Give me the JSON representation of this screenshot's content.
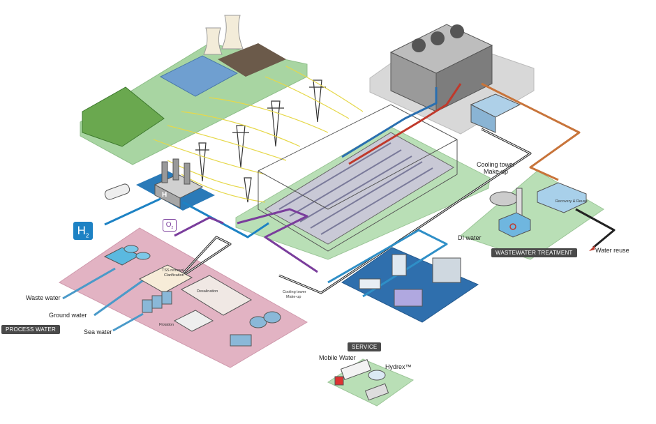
{
  "labels": {
    "h2": "H",
    "h2_sub": "2",
    "o2": "O",
    "o2_sub": "2",
    "waste_water": "Waste water",
    "ground_water": "Ground water",
    "sea_water": "Sea water",
    "process_water": "PROCESS WATER",
    "tss_removal": "TSS removal",
    "clarification": "Clarification",
    "desalination": "Desalination",
    "flotation": "Flotation",
    "cooling_tower_small_1": "Cooling tower",
    "cooling_tower_small_2": "Make-up",
    "cooling_tower_1": "Cooling tower",
    "cooling_tower_2": "Make-up",
    "di_water": "DI water",
    "recovery_reuse": "Recovery & Reuse",
    "wastewater_treatment": "WASTEWATER TREATMENT",
    "water_reuse": "Water reuse",
    "service": "SERVICE",
    "mobile_water": "Mobile Water",
    "hydrex": "Hydrex™",
    "h2_plant": "H"
  },
  "colors": {
    "energy_platform": "#a8d5a2",
    "datacenter_platform": "#b9dfb6",
    "process_platform": "#e2b3c3",
    "di_platform": "#2f6fad",
    "h2_platform": "#2a7ab8",
    "hydrogen": "#1d82c4",
    "oxygen": "#7a3d9c",
    "hot_pipe": "#c0392b",
    "orange_pipe": "#c8743a",
    "label_tag": "#4a4a4a"
  }
}
